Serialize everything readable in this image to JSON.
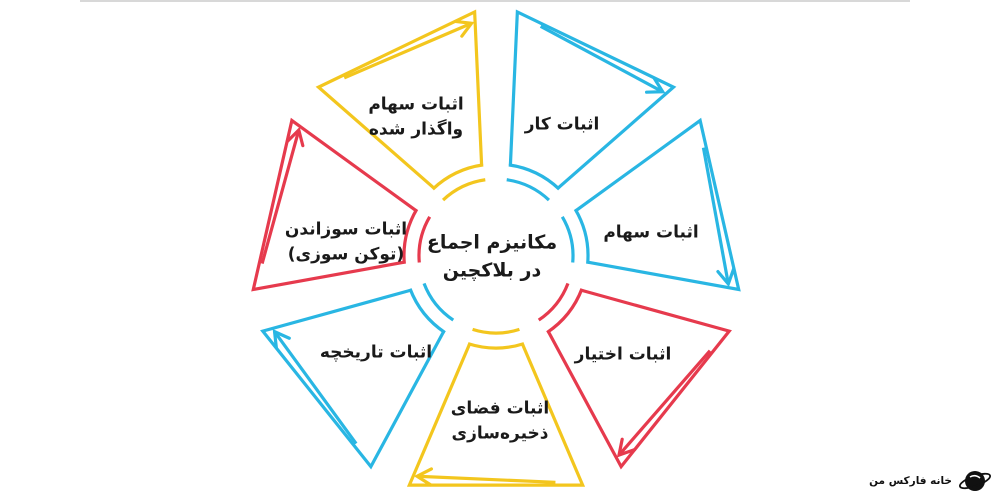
{
  "colors": {
    "blue": "#29b6e3",
    "red": "#e63a4d",
    "yellow": "#f3c61e",
    "text": "#1a1a1a",
    "top_line": "#cccccc"
  },
  "diagram": {
    "center": {
      "line1": "مکانیزم اجماع",
      "line2": "در بلاکچین"
    },
    "segments": [
      {
        "name": "proof-of-work",
        "lines": [
          "اثبات کار"
        ],
        "color": "blue"
      },
      {
        "name": "proof-of-stake",
        "lines": [
          "اثبات سهام"
        ],
        "color": "blue"
      },
      {
        "name": "proof-of-authority",
        "lines": [
          "اثبات اختیار"
        ],
        "color": "red"
      },
      {
        "name": "proof-of-space",
        "lines": [
          "اثبات فضای",
          "ذخیره‌سازی"
        ],
        "color": "yellow"
      },
      {
        "name": "proof-of-history",
        "lines": [
          "اثبات تاریخچه"
        ],
        "color": "blue"
      },
      {
        "name": "proof-of-burn",
        "lines": [
          "اثبات سوزاندن",
          "(توکن سوزی)"
        ],
        "color": "red"
      },
      {
        "name": "delegated-proof-of-stake",
        "lines": [
          "اثبات سهام",
          "واگذار شده"
        ],
        "color": "yellow"
      }
    ]
  },
  "watermark": {
    "text": "خانه فارکس من",
    "icon": "globe-logo-icon"
  }
}
